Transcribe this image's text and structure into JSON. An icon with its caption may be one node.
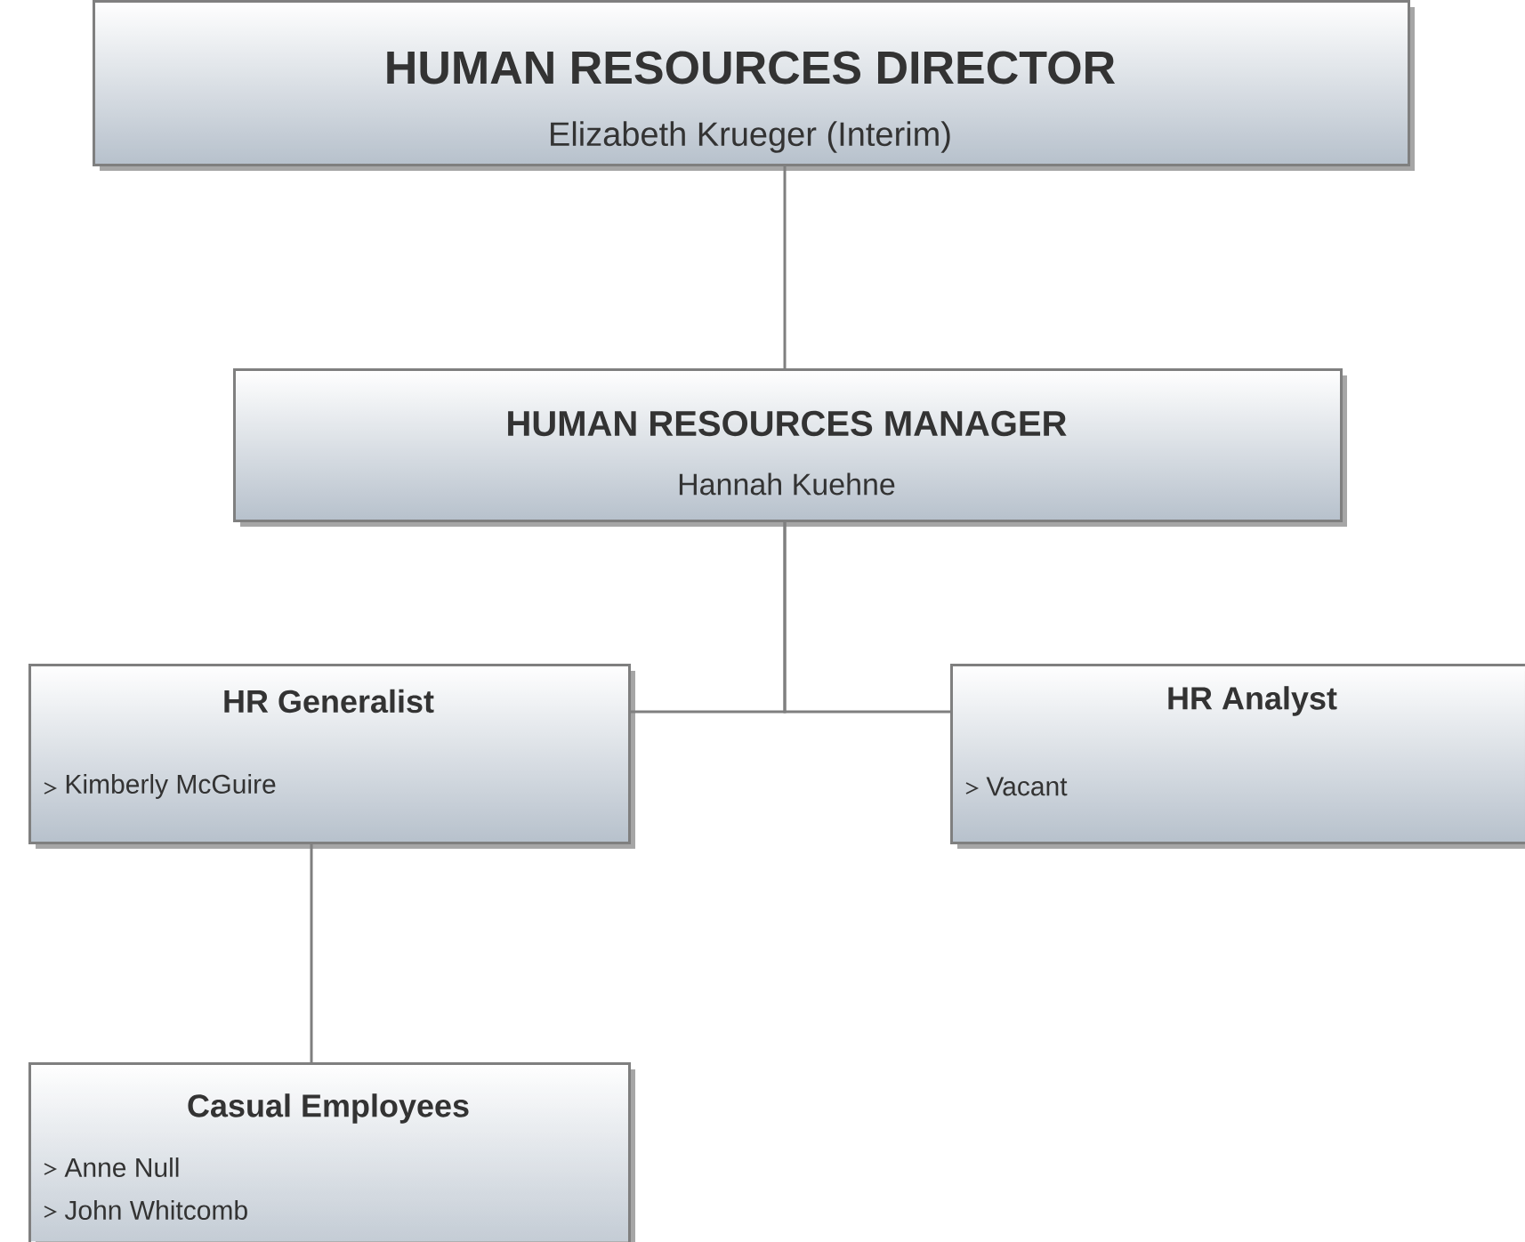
{
  "diagram": {
    "nodes": [
      {
        "text": [
          "HUMAN RESOURCES DIRECTOR",
          "Elizabeth Krueger (Interim)"
        ]
      },
      {
        "text": [
          "HUMAN RESOURCES MANAGER",
          "Hannah Kuehne"
        ]
      },
      {
        "text": [
          "HR Generalist",
          "Kimberly McGuire"
        ]
      },
      {
        "text": [
          "HR Analyst",
          "Vacant"
        ]
      },
      {
        "text": [
          "Casual Employees",
          "Anne Null",
          "John Whitcomb"
        ]
      }
    ],
    "edges": [
      {
        "from": 0,
        "to": 1,
        "arrow": "none"
      },
      {
        "from": 1,
        "to": 2,
        "arrow": "none"
      },
      {
        "from": 1,
        "to": 3,
        "arrow": "none"
      },
      {
        "from": 2,
        "to": 4,
        "arrow": "none"
      }
    ]
  }
}
